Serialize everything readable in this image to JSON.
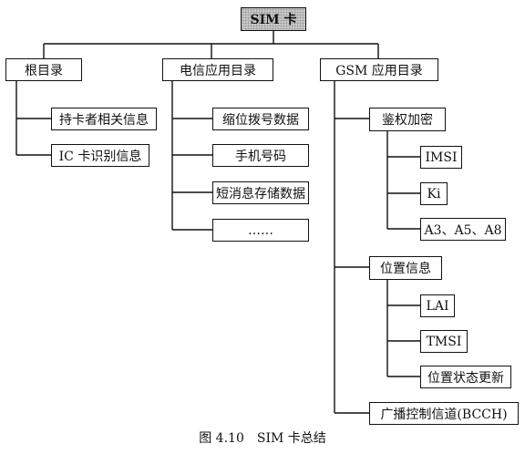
{
  "root": "SIM 卡",
  "directories": {
    "root_dir": {
      "title": "根目录",
      "items": [
        "持卡者相关信息",
        "IC 卡识别信息"
      ]
    },
    "telecom_dir": {
      "title": "电信应用目录",
      "items": [
        "缩位拨号数据",
        "手机号码",
        "短消息存储数据",
        "……"
      ]
    },
    "gsm_dir": {
      "title": "GSM 应用目录",
      "groups": [
        {
          "title": "鉴权加密",
          "items": [
            "IMSI",
            "Ki",
            "A3、A5、A8"
          ]
        },
        {
          "title": "位置信息",
          "items": [
            "LAI",
            "TMSI",
            "位置状态更新"
          ]
        },
        {
          "title": "广播控制信道(BCCH)",
          "items": []
        }
      ]
    }
  },
  "caption": "图 4.10　SIM 卡总结"
}
